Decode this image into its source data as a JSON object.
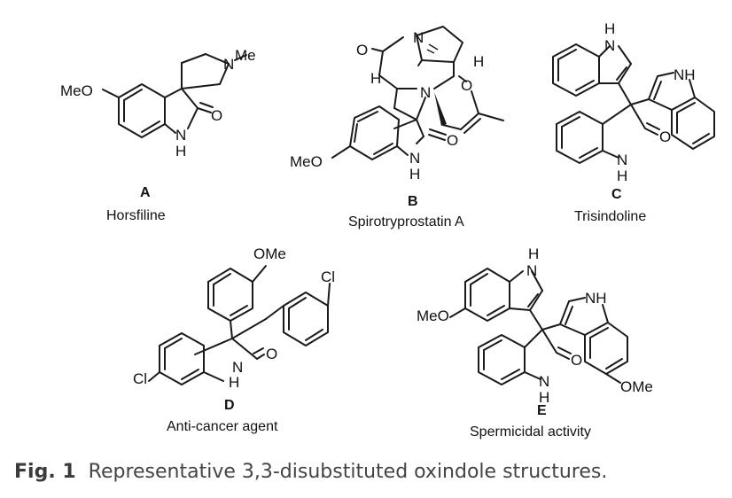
{
  "compounds": [
    {
      "letter": "A",
      "name": "Horsfiline"
    },
    {
      "letter": "B",
      "name": "Spirotryprostatin A"
    },
    {
      "letter": "C",
      "name": "Trisindoline"
    },
    {
      "letter": "D",
      "name": "Anti-cancer agent"
    },
    {
      "letter": "E",
      "name": "Spermicidal activity"
    }
  ],
  "atoms": {
    "methyl": "Me",
    "methoxy_left": "MeO",
    "methoxy_right": "OMe",
    "nitrogen": "N",
    "nh": "NH",
    "hydrogen": "H",
    "oxygen": "O",
    "chlorine": "Cl"
  },
  "caption": {
    "label": "Fig. 1",
    "text": "Representative 3,3-disubstituted oxindole structures."
  }
}
